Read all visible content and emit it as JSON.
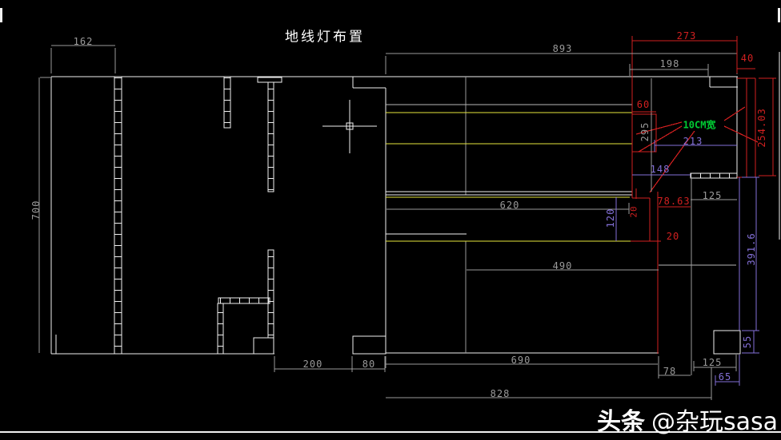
{
  "title": "地线灯布置",
  "annotation": {
    "label": "10CM宽"
  },
  "watermark": {
    "brand": "头条",
    "handle": "@杂玩sasa"
  },
  "colors": {
    "background": "#000000",
    "wall_line": "#f0f0f0",
    "dim_gray": "#9a9a9a",
    "dim_red": "#d22020",
    "dim_purple": "#8470d8",
    "guide_yellow": "#e6e63c",
    "label_green": "#00cc33"
  },
  "dims": {
    "d162": "162",
    "d700": "700",
    "d893": "893",
    "d273": "273",
    "d198": "198",
    "d40": "40",
    "d60": "60",
    "d295": "295",
    "d254_03": "254.03",
    "d213": "213",
    "d148": "148",
    "d125_top": "125",
    "d78_63": "78.63",
    "d620": "620",
    "d120": "120",
    "d20_vert": "20",
    "d20_horiz": "20",
    "d490": "490",
    "d391_6": "391.6",
    "d55": "55",
    "d690": "690",
    "d78": "78",
    "d125_bottom": "125",
    "d65": "65",
    "d828": "828",
    "d200": "200",
    "d80": "80"
  }
}
